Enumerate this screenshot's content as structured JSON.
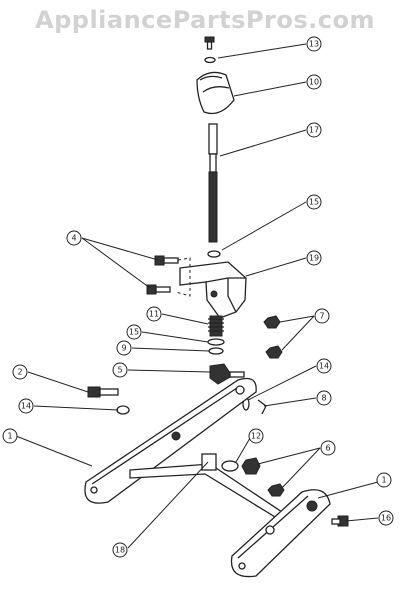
{
  "watermark": "AppliancePartsPros.com",
  "callouts": [
    {
      "id": "c13",
      "label": "13"
    },
    {
      "id": "c10",
      "label": "10"
    },
    {
      "id": "c17",
      "label": "17"
    },
    {
      "id": "c15a",
      "label": "15"
    },
    {
      "id": "c19",
      "label": "19"
    },
    {
      "id": "c4",
      "label": "4"
    },
    {
      "id": "c7",
      "label": "7"
    },
    {
      "id": "c11",
      "label": "11"
    },
    {
      "id": "c15b",
      "label": "15"
    },
    {
      "id": "c9",
      "label": "9"
    },
    {
      "id": "c5",
      "label": "5"
    },
    {
      "id": "c14a",
      "label": "14"
    },
    {
      "id": "c8",
      "label": "8"
    },
    {
      "id": "c2",
      "label": "2"
    },
    {
      "id": "c14b",
      "label": "14"
    },
    {
      "id": "c1a",
      "label": "1"
    },
    {
      "id": "c12",
      "label": "12"
    },
    {
      "id": "c6",
      "label": "6"
    },
    {
      "id": "c1b",
      "label": "1"
    },
    {
      "id": "c16",
      "label": "16"
    },
    {
      "id": "c18",
      "label": "18"
    }
  ]
}
